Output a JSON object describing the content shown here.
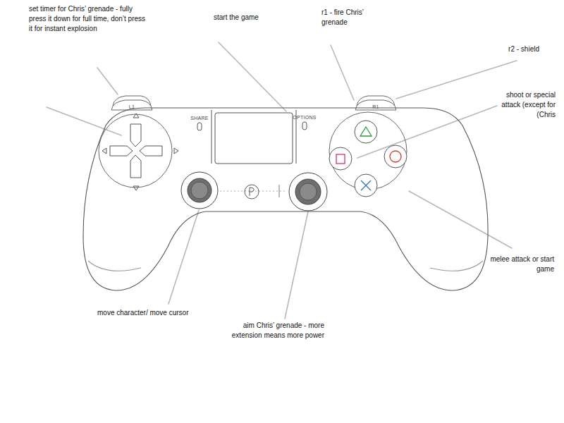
{
  "diagram": {
    "labels": [
      "set timer for Chris’ grenade - fully press it down for full time, don’t press it for instant explosion",
      "start the game",
      "r1 - fire Chris’ grenade",
      "r2 - shield",
      "shoot or special attack (except for (Chris",
      "melee attack or start game",
      "move character/ move cursor",
      "aim Chris’ grenade - more extension means more power",
      "L1",
      "SHARE",
      "OPTIONS",
      "R1"
    ]
  }
}
